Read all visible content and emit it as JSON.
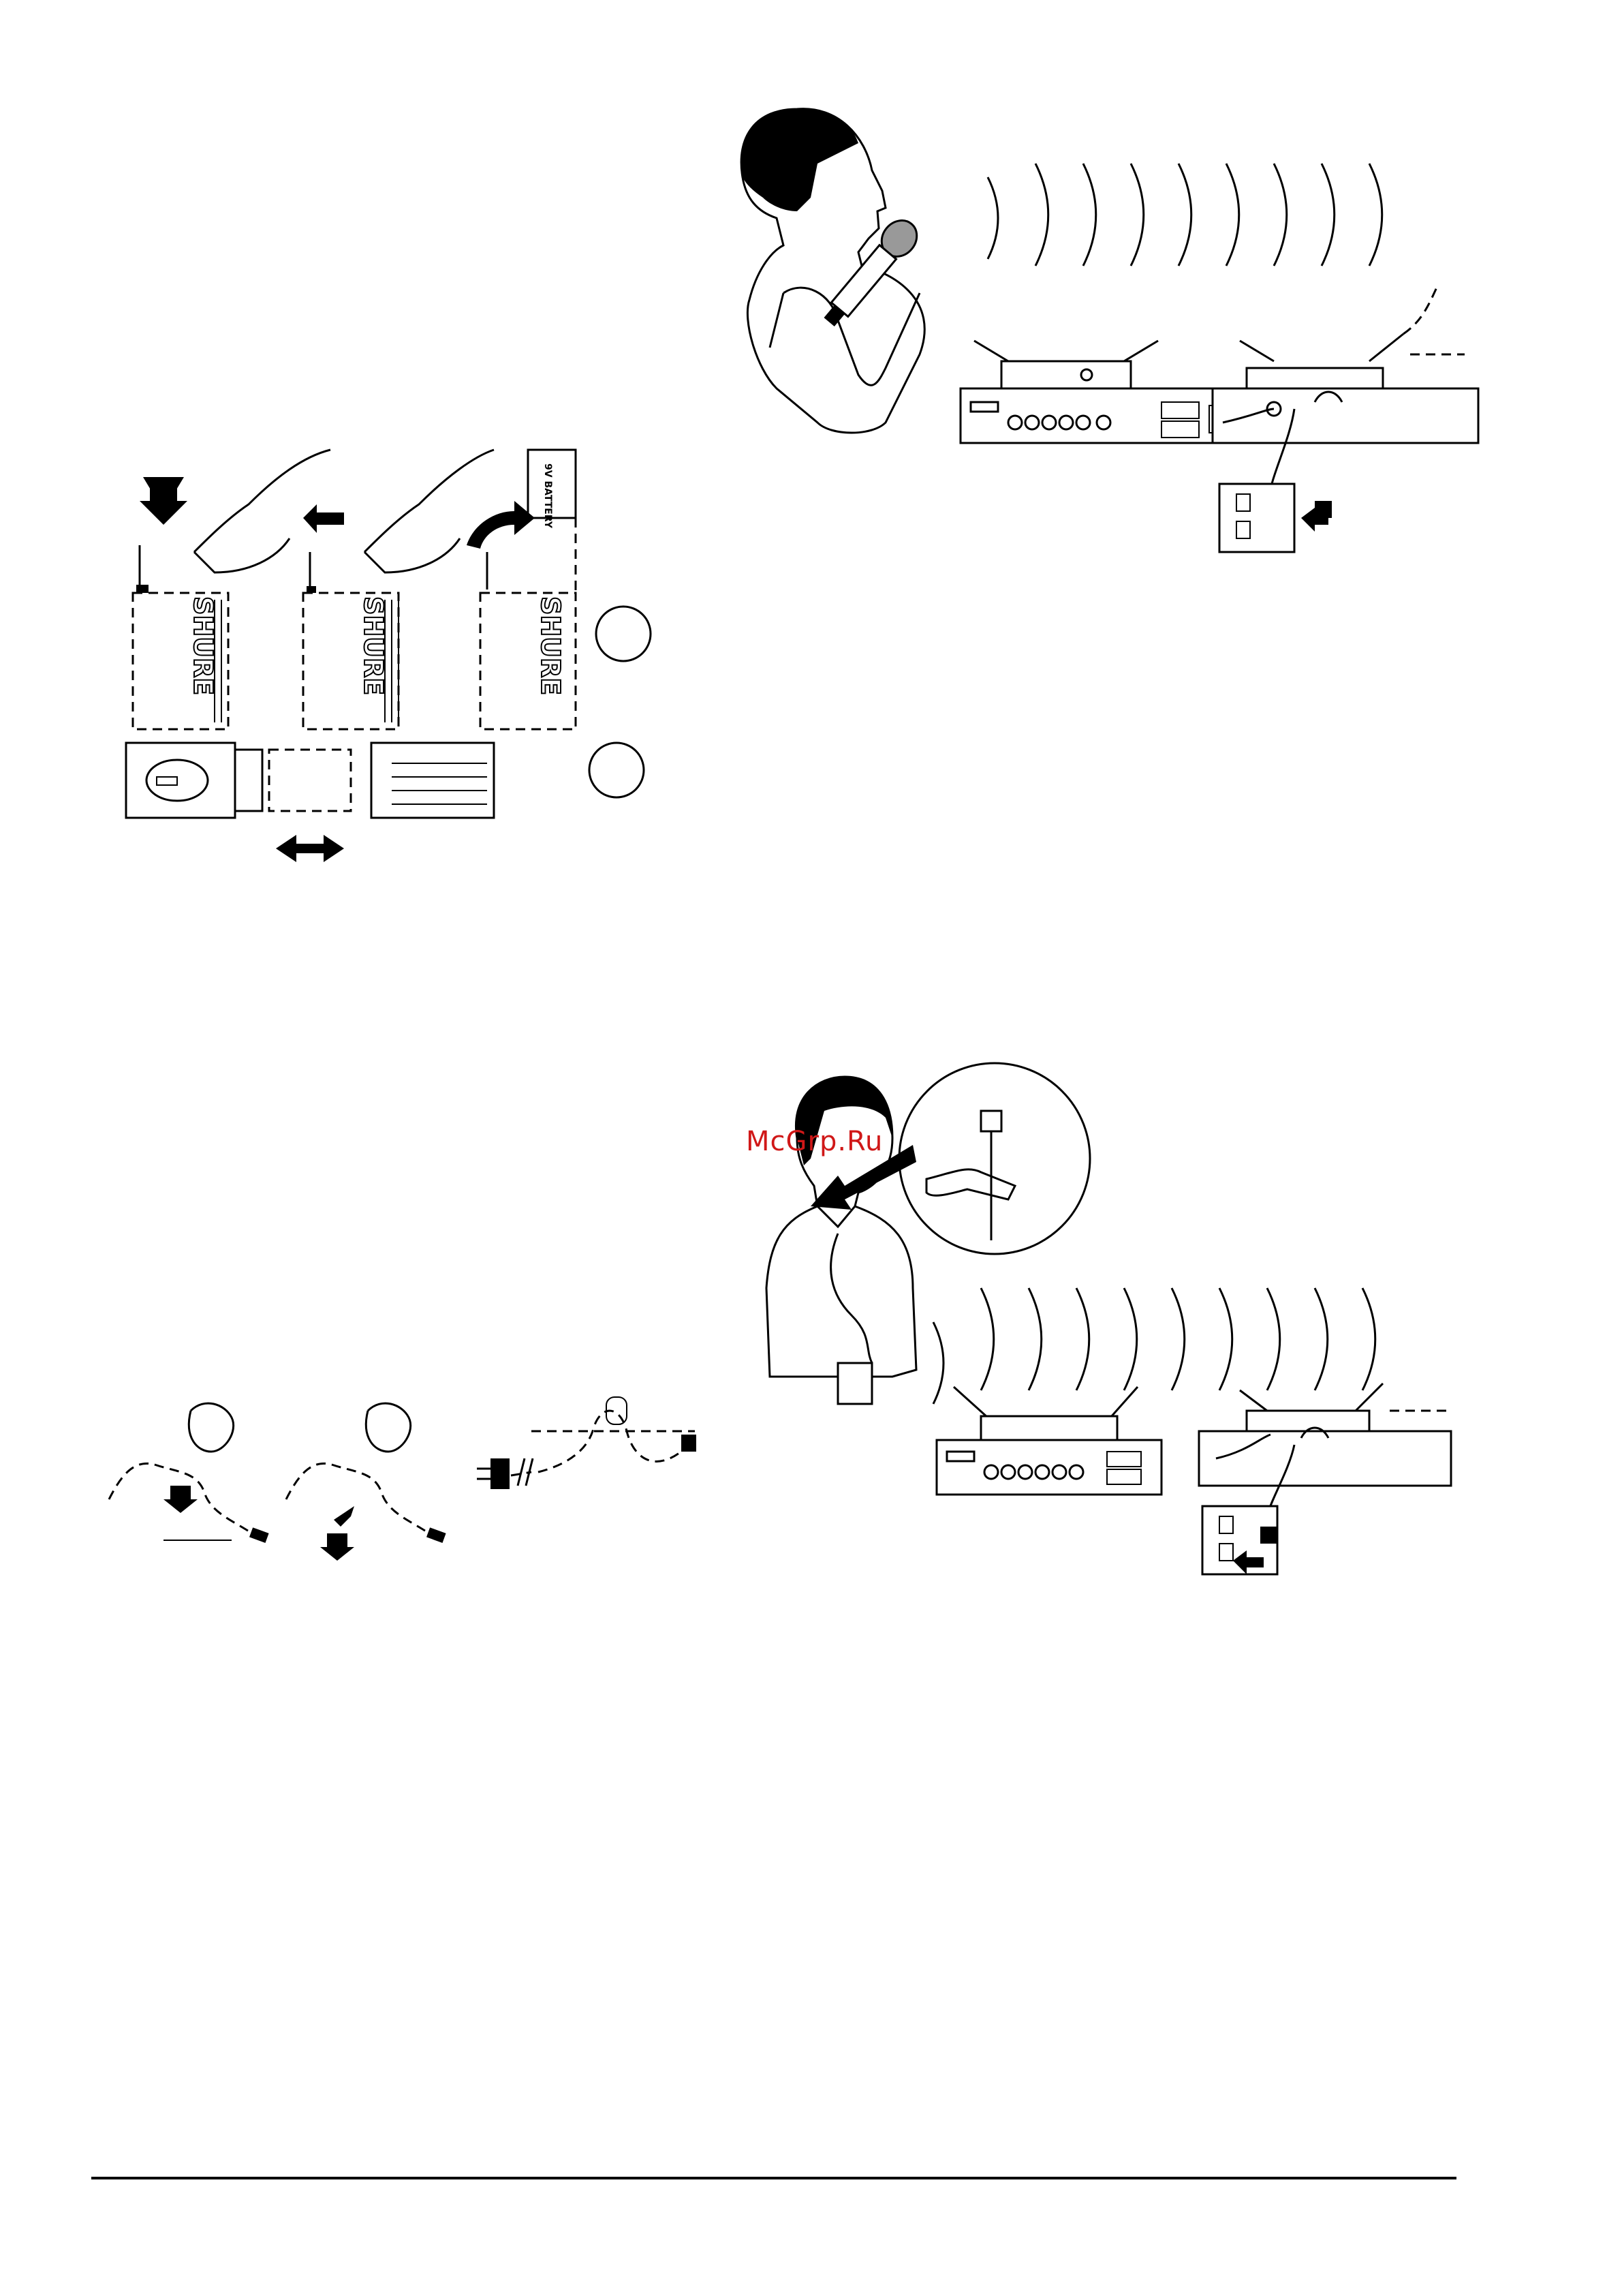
{
  "watermark": "McGrp.Ru",
  "brand_text": "SHURE",
  "battery_label": "9V BATTERY",
  "colors": {
    "watermark": "#d01818",
    "line": "#000000",
    "background": "#ffffff"
  }
}
